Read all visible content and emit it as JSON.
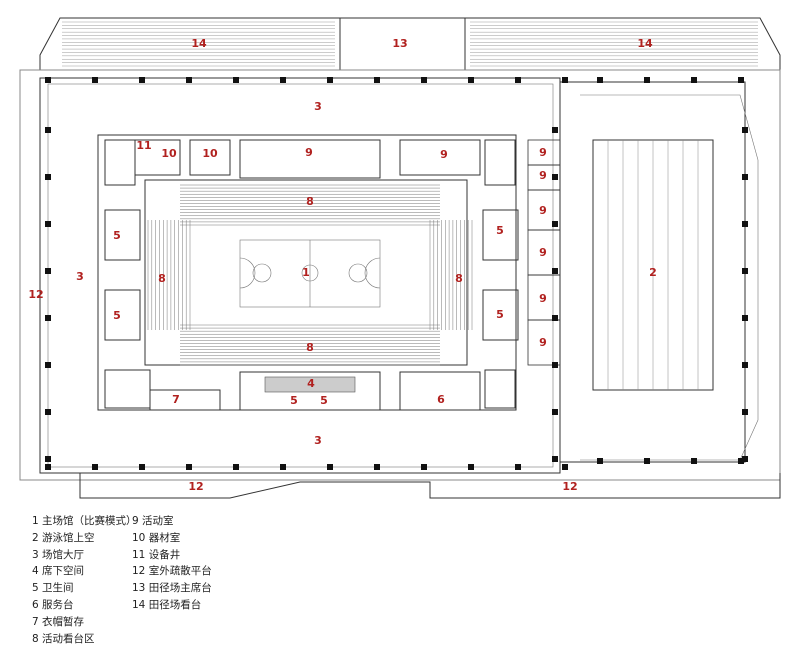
{
  "labels": {
    "main_hall": "1",
    "pool": "2",
    "lobby_top": "3",
    "lobby_left": "3",
    "lobby_bottom": "3",
    "under_seat": "4",
    "wc_l1": "5",
    "wc_l2": "5",
    "wc_r1": "5",
    "wc_r2": "5",
    "wc_b1": "5",
    "wc_b2": "5",
    "service_l": "6",
    "cloak": "7",
    "stand_top": "8",
    "stand_bottom": "8",
    "stand_left": "8",
    "stand_right": "8",
    "act_top1": "9",
    "act_top2": "9",
    "act_col": [
      "9",
      "9",
      "9",
      "9",
      "9",
      "9"
    ],
    "store1": "10",
    "store2": "10",
    "shaft": "11",
    "platform_left": "12",
    "platform_bottom1": "12",
    "platform_bottom2": "12",
    "track_main": "13",
    "track_stand_l": "14",
    "track_stand_r": "14"
  },
  "legend": {
    "col1": [
      "1 主场馆（比赛模式）",
      "2 游泳馆上空",
      "3 场馆大厅",
      "4 席下空间",
      "5 卫生间",
      "6 服务台",
      "7 衣帽暂存",
      "8 活动看台区"
    ],
    "col2": [
      "9 活动室",
      "10 器材室",
      "11 设备井",
      "12 室外疏散平台",
      "13 田径场主席台",
      "14 田径场看台"
    ]
  },
  "colors": {
    "label": "#b1211f",
    "line": "#333333"
  }
}
